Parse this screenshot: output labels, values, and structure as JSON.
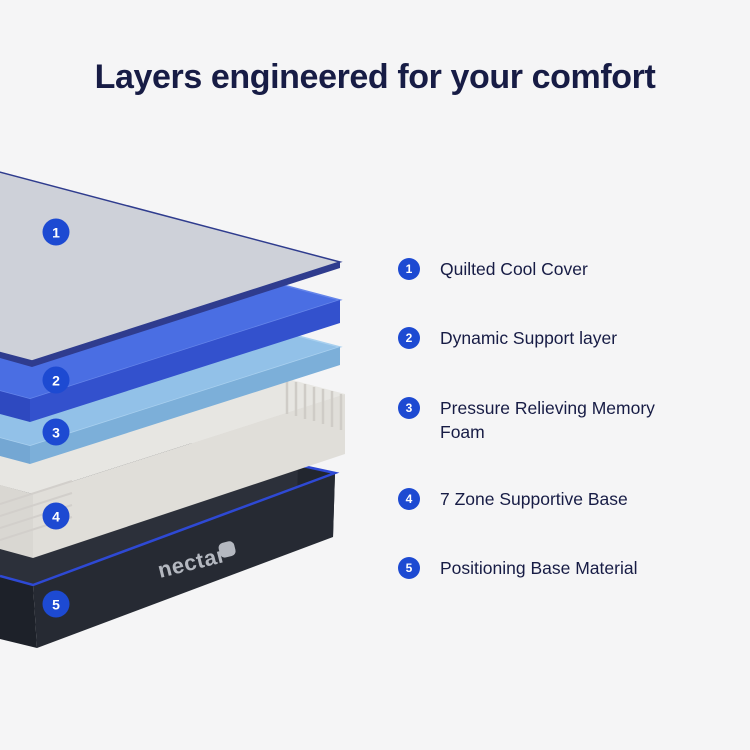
{
  "page": {
    "title": "Layers engineered for your comfort"
  },
  "brand": {
    "logo_text": "nectar",
    "logo_icon": "mattress-icon"
  },
  "colors": {
    "background": "#f5f5f6",
    "ink": "#171c45",
    "accent": "#1d4ad2",
    "badge_text": "#ffffff",
    "cover_top": "#ced1d9",
    "cover_edge": "#2f3c8e",
    "support_top": "#4a6ee3",
    "support_front": "#3351cd",
    "support_left": "#2e49c0",
    "memory_top": "#92c1e8",
    "memory_front": "#7cafd9",
    "memory_left": "#74a7d3",
    "foam_top": "#e7e6e2",
    "foam_front": "#e0ded9",
    "foam_left": "#d9d7d2",
    "base_top": "#2c303a",
    "base_front": "#262a33",
    "base_left": "#1d2129",
    "base_right": "#22262f",
    "piping": "#2e49d4",
    "logo": "#b4b8c0"
  },
  "diagram": {
    "badges": [
      "1",
      "2",
      "3",
      "4",
      "5"
    ]
  },
  "legend": {
    "items": [
      {
        "number": "1",
        "label": "Quilted Cool Cover"
      },
      {
        "number": "2",
        "label": "Dynamic Support layer"
      },
      {
        "number": "3",
        "label": "Pressure Relieving Memory Foam"
      },
      {
        "number": "4",
        "label": "7 Zone Supportive Base"
      },
      {
        "number": "5",
        "label": "Positioning Base Material"
      }
    ]
  }
}
